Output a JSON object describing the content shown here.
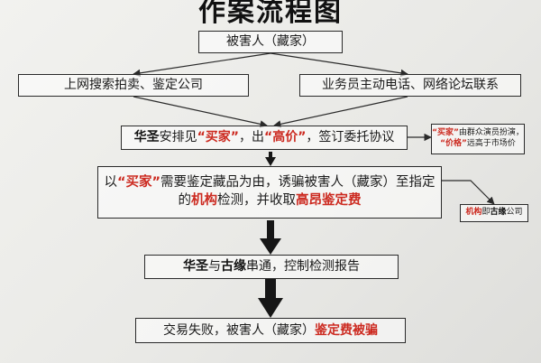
{
  "title": "作案流程图",
  "nodes": {
    "start": "被害人（藏家）",
    "left_channel": "上网搜索拍卖、鉴定公司",
    "right_channel": "业务员主动电话、网络论坛联系",
    "arrange": {
      "p1": "华圣",
      "p2": "安排见",
      "p3": "“买家”",
      "p4": "，出",
      "p5": "“高价”",
      "p6": "，签订委托协议"
    },
    "note_buyer": {
      "p1": "“买家”",
      "p2": "由群众演员扮演，",
      "p3": "“价格”",
      "p4": "远高于市场价"
    },
    "lure": {
      "p1": "以",
      "p2": "“买家”",
      "p3": "需要鉴定藏品为由，诱骗被害人（藏家）至指定",
      "p4": "的",
      "p5": "机构",
      "p6": "检测，并收取",
      "p7": "高昂鉴定费"
    },
    "note_agency": {
      "p1": "机构",
      "p2": "即",
      "p3": "古缘",
      "p4": "公司"
    },
    "collude": {
      "p1": "华圣",
      "p2": "与",
      "p3": "古缘",
      "p4": "串通，控制检测报告"
    },
    "end": {
      "p1": "交易失败，被害人（藏家）",
      "p2": "鉴定费被骗"
    }
  },
  "colors": {
    "highlight": "#cc2a20",
    "border": "#2a2a2a"
  }
}
